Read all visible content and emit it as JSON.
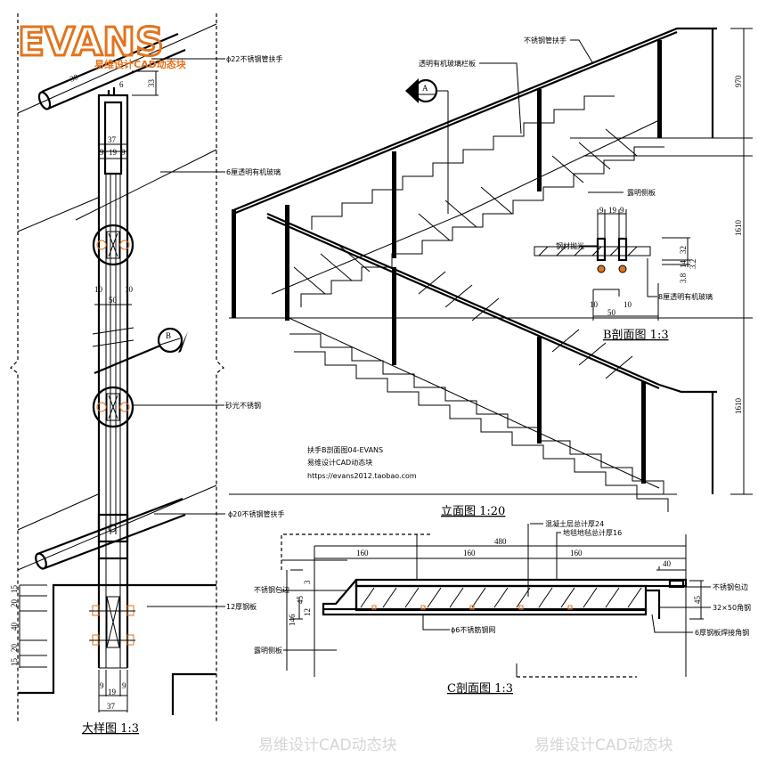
{
  "logo": {
    "brand": "EVANS",
    "subtitle": "易维设计CAD动态块",
    "accent": "#e2741e"
  },
  "watermark": {
    "text": "易维设计CAD动态块",
    "color": "#d6d6d6"
  },
  "detail": {
    "title": "大样图 1:3",
    "labels": {
      "handrail_22": "ϕ22不锈钢管扶手",
      "glass_6": "6厘透明有机玻璃",
      "sanded_steel": "砂光不锈钢",
      "handrail_20": "ϕ20不锈钢管扶手",
      "plate_12": "12厚钢板"
    },
    "dims": {
      "d30": "30",
      "d6": "6",
      "d33": "33",
      "d37": "37",
      "d9a": "9",
      "d19": "19",
      "d9b": "9",
      "d10a": "10",
      "d10b": "10",
      "d50": "50",
      "v15a": "15",
      "v20a": "20",
      "v40": "40",
      "v20b": "20",
      "v15b": "15",
      "b9a": "9",
      "b19": "19",
      "b9b": "9",
      "b37": "37"
    },
    "markers": {
      "b": "B"
    }
  },
  "elevation": {
    "title": "立面图 1:20",
    "labels": {
      "glass_panel": "透明有机玻璃栏板",
      "handrail": "不锈钢管扶手",
      "side_panel": "露明侧板"
    },
    "markers": {
      "a": "A"
    },
    "dims": {
      "h970": "970",
      "h1610a": "1610",
      "h1610b": "1610"
    },
    "info": [
      "扶手B剖面图04-EVANS",
      "易维设计CAD动态块",
      "https://evans2012.taobao.com"
    ]
  },
  "section_b": {
    "title": "B剖面图 1:3",
    "labels": {
      "polished": "钢材抛光",
      "glass_8": "8厘透明有机玻璃"
    },
    "dims": {
      "d9a": "9",
      "d19": "19",
      "d9b": "9",
      "d32": "32",
      "d14": "14",
      "d32b": "3.2",
      "d38": "3.8",
      "d10a": "10",
      "d10b": "10",
      "d50": "50"
    }
  },
  "section_c": {
    "title": "C剖面图 1:3",
    "labels": {
      "concrete": "混凝土层总计厚24",
      "carpet": "地毯地毡总计厚16",
      "edge_left": "不锈钢包边",
      "edge_right": "不锈钢包边",
      "angle": "32×50角钢",
      "mesh": "ϕ6不锈筋钢网",
      "plate_weld": "6厚钢板焊接角钢",
      "side_panel": "露明侧板"
    },
    "dims": {
      "d480": "480",
      "d160a": "160",
      "d160b": "160",
      "d160c": "160",
      "d40": "40",
      "d146": "146",
      "d45l": "45",
      "d12": "12",
      "d3": "3",
      "d45r": "45"
    }
  }
}
